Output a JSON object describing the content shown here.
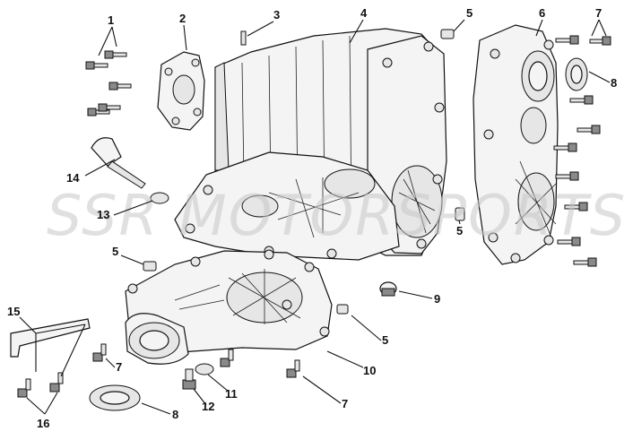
{
  "watermark": "SSR MOTORSPORTS",
  "callouts": {
    "c1": "1",
    "c2": "2",
    "c3": "3",
    "c4": "4",
    "c5a": "5",
    "c6": "6",
    "c7a": "7",
    "c8a": "8",
    "c14": "14",
    "c13": "13",
    "c5b": "5",
    "c5c": "5",
    "c9": "9",
    "c15": "15",
    "c5d": "5",
    "c7b": "7",
    "c10": "10",
    "c11": "11",
    "c7c": "7",
    "c12": "12",
    "c8b": "8",
    "c16": "16"
  },
  "colors": {
    "line": "#111111",
    "watermark": "#c8c8c8",
    "background": "#ffffff"
  }
}
